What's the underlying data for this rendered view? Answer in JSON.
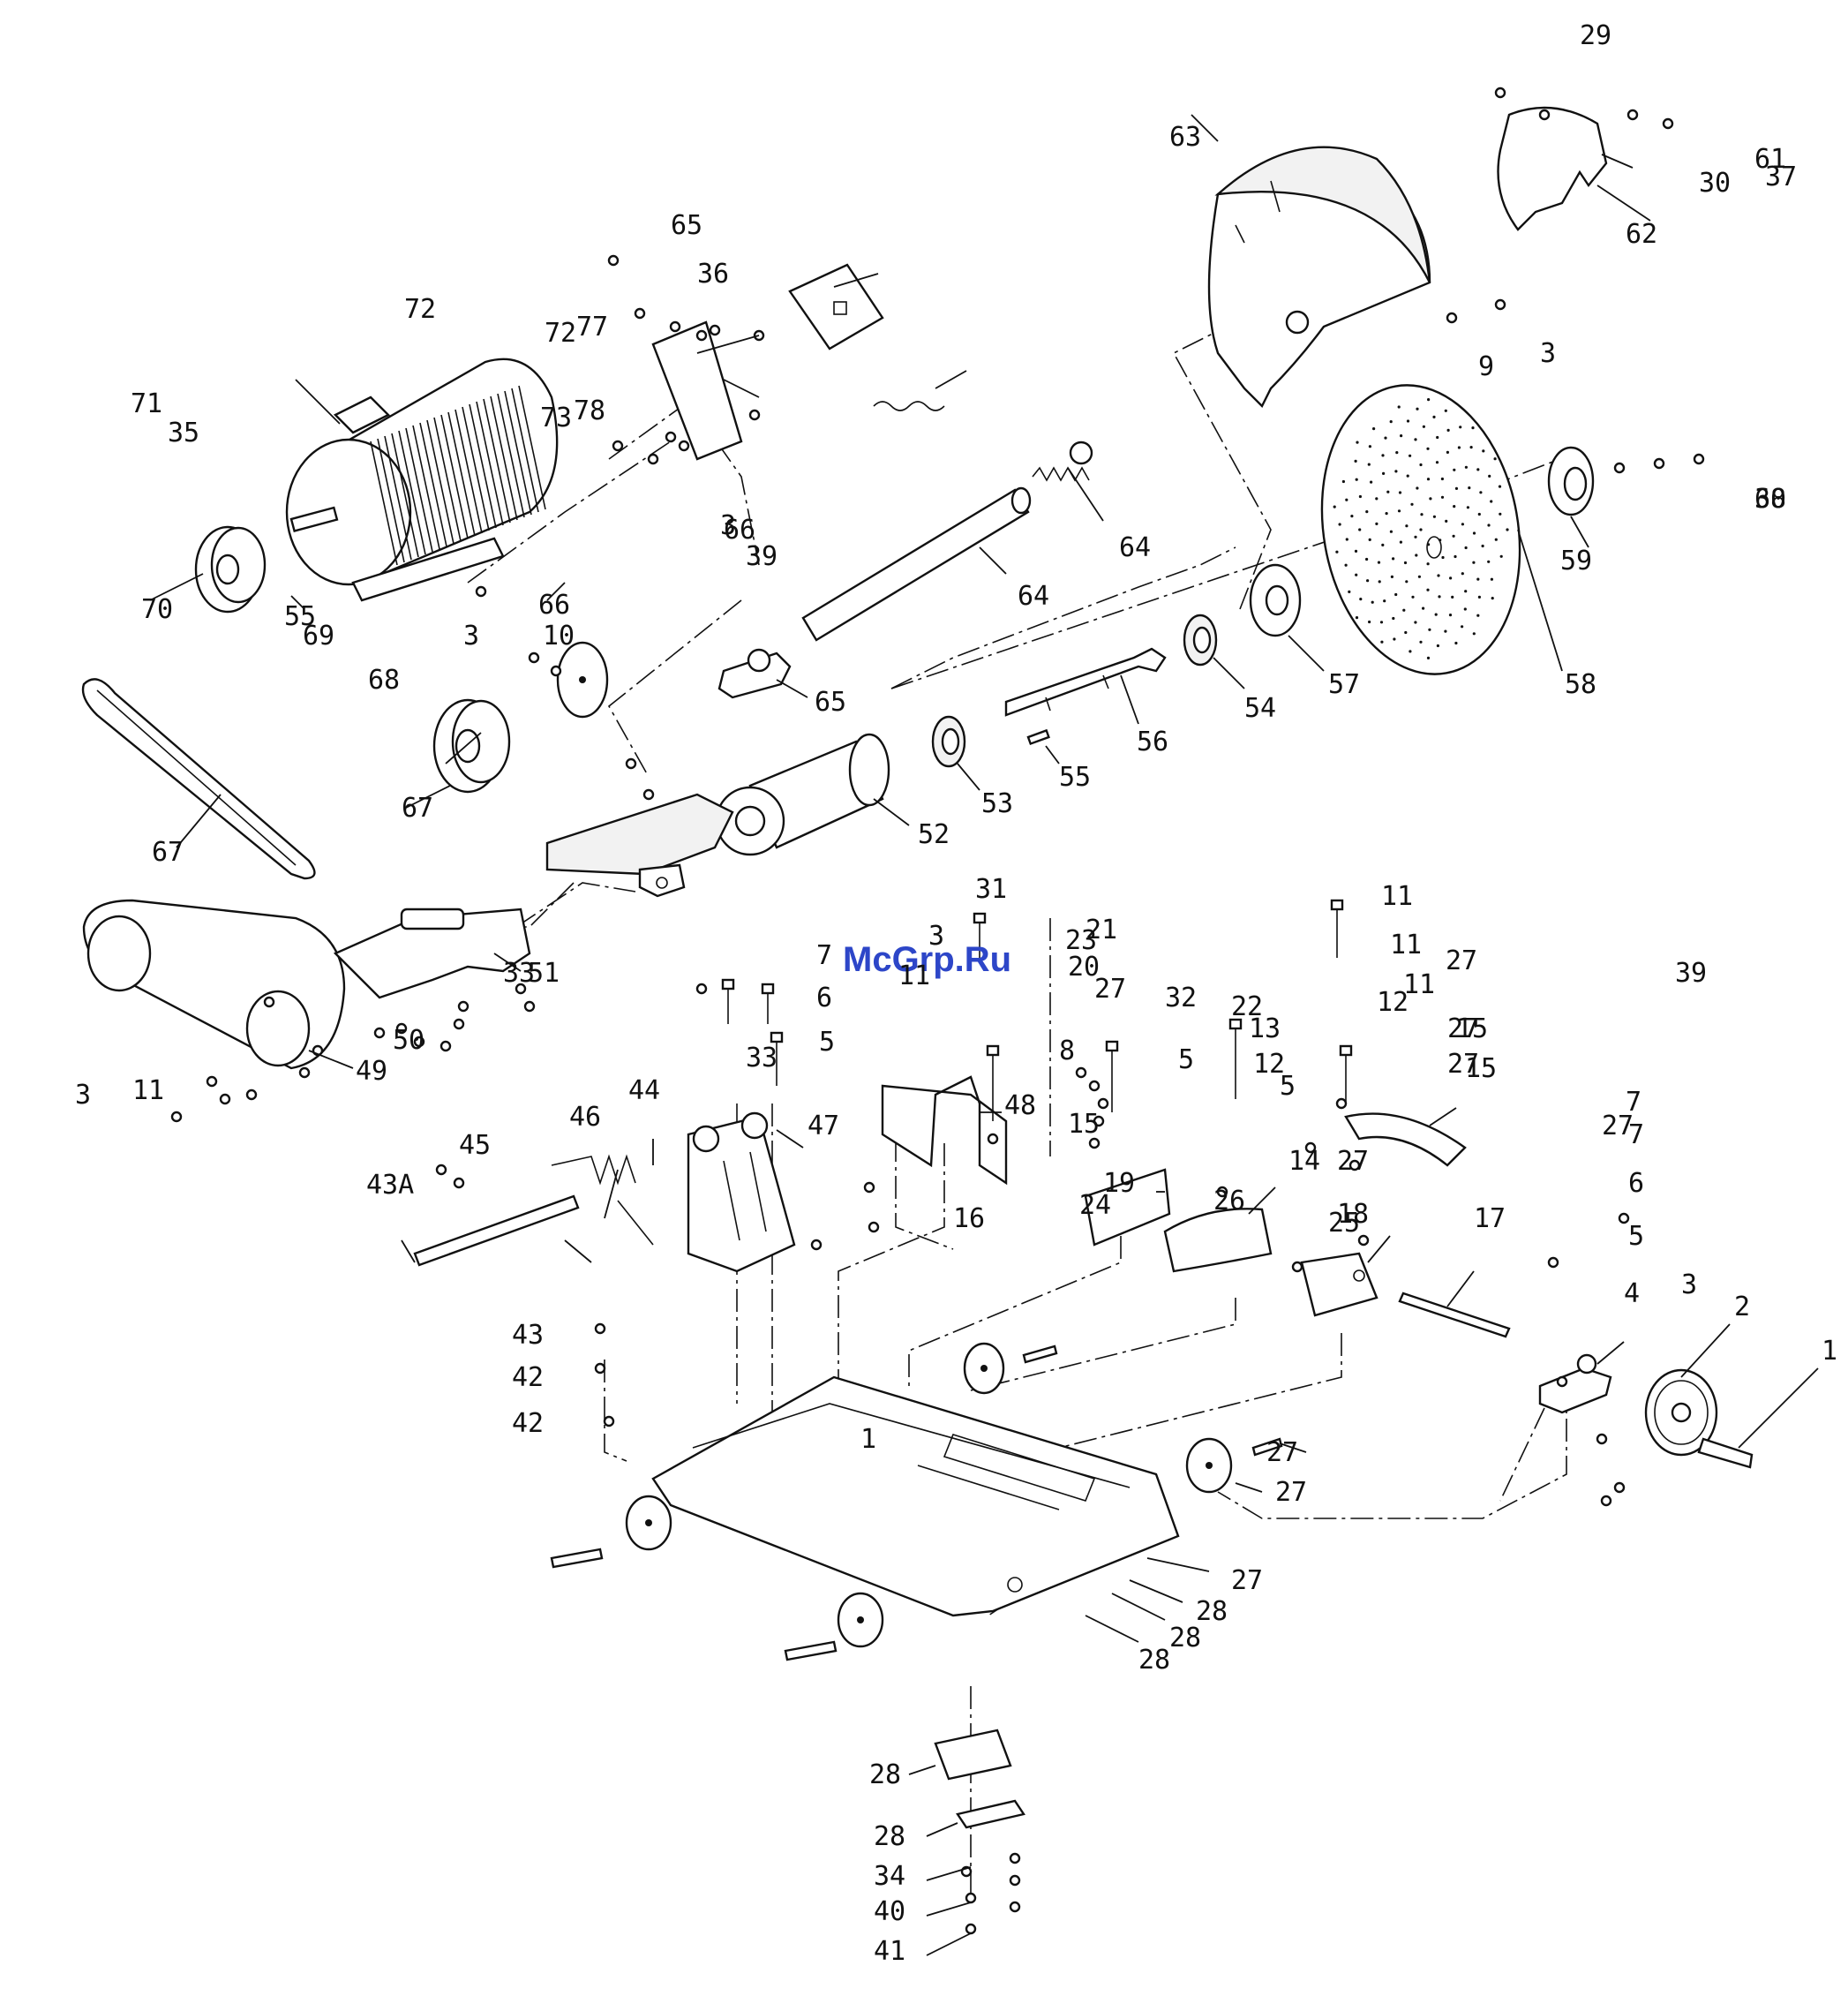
{
  "watermark": {
    "text": "McGrp.Ru",
    "color": "#2d46c8"
  },
  "labels": [
    {
      "id": "l1",
      "t": "1"
    },
    {
      "id": "l1b",
      "t": "1"
    },
    {
      "id": "l2",
      "t": "2"
    },
    {
      "id": "l3a",
      "t": "3"
    },
    {
      "id": "l3b",
      "t": "3"
    },
    {
      "id": "l3c",
      "t": "3"
    },
    {
      "id": "l3d",
      "t": "3"
    },
    {
      "id": "l3e",
      "t": "3"
    },
    {
      "id": "l3f",
      "t": "3"
    },
    {
      "id": "l4",
      "t": "4"
    },
    {
      "id": "l5a",
      "t": "5"
    },
    {
      "id": "l5b",
      "t": "5"
    },
    {
      "id": "l5c",
      "t": "5"
    },
    {
      "id": "l5d",
      "t": "5"
    },
    {
      "id": "l6a",
      "t": "6"
    },
    {
      "id": "l6b",
      "t": "6"
    },
    {
      "id": "l7a",
      "t": "7"
    },
    {
      "id": "l7b",
      "t": "7"
    },
    {
      "id": "l7c",
      "t": "7"
    },
    {
      "id": "l8",
      "t": "8"
    },
    {
      "id": "l9",
      "t": "9"
    },
    {
      "id": "l10",
      "t": "10"
    },
    {
      "id": "l11a",
      "t": "11"
    },
    {
      "id": "l11b",
      "t": "11"
    },
    {
      "id": "l11c",
      "t": "11"
    },
    {
      "id": "l11d",
      "t": "11"
    },
    {
      "id": "l11e",
      "t": "11"
    },
    {
      "id": "l12a",
      "t": "12"
    },
    {
      "id": "l12b",
      "t": "12"
    },
    {
      "id": "l13",
      "t": "13"
    },
    {
      "id": "l14",
      "t": "14"
    },
    {
      "id": "l15a",
      "t": "15"
    },
    {
      "id": "l15b",
      "t": "15"
    },
    {
      "id": "l15c",
      "t": "15"
    },
    {
      "id": "l16",
      "t": "16"
    },
    {
      "id": "l17",
      "t": "17"
    },
    {
      "id": "l18",
      "t": "18"
    },
    {
      "id": "l19",
      "t": "19"
    },
    {
      "id": "l20",
      "t": "20"
    },
    {
      "id": "l21",
      "t": "21"
    },
    {
      "id": "l22",
      "t": "22"
    },
    {
      "id": "l23",
      "t": "23"
    },
    {
      "id": "l24",
      "t": "24"
    },
    {
      "id": "l25",
      "t": "25"
    },
    {
      "id": "l26",
      "t": "26"
    },
    {
      "id": "l27a",
      "t": "27"
    },
    {
      "id": "l27b",
      "t": "27"
    },
    {
      "id": "l27c",
      "t": "27"
    },
    {
      "id": "l27d",
      "t": "27"
    },
    {
      "id": "l27e",
      "t": "27"
    },
    {
      "id": "l27f",
      "t": "27"
    },
    {
      "id": "l27g",
      "t": "27"
    },
    {
      "id": "l27h",
      "t": "27"
    },
    {
      "id": "l27i",
      "t": "27"
    },
    {
      "id": "l28a",
      "t": "28"
    },
    {
      "id": "l28b",
      "t": "28"
    },
    {
      "id": "l28c",
      "t": "28"
    },
    {
      "id": "l28d",
      "t": "28"
    },
    {
      "id": "l28e",
      "t": "28"
    },
    {
      "id": "l29",
      "t": "29"
    },
    {
      "id": "l30",
      "t": "30"
    },
    {
      "id": "l31",
      "t": "31"
    },
    {
      "id": "l32",
      "t": "32"
    },
    {
      "id": "l33a",
      "t": "33"
    },
    {
      "id": "l33b",
      "t": "33"
    },
    {
      "id": "l34",
      "t": "34"
    },
    {
      "id": "l35",
      "t": "35"
    },
    {
      "id": "l36",
      "t": "36"
    },
    {
      "id": "l37",
      "t": "37"
    },
    {
      "id": "l38",
      "t": "38"
    },
    {
      "id": "l39a",
      "t": "39"
    },
    {
      "id": "l39b",
      "t": "39"
    },
    {
      "id": "l40",
      "t": "40"
    },
    {
      "id": "l41",
      "t": "41"
    },
    {
      "id": "l42a",
      "t": "42"
    },
    {
      "id": "l42b",
      "t": "42"
    },
    {
      "id": "l43",
      "t": "43"
    },
    {
      "id": "l43a",
      "t": "43A"
    },
    {
      "id": "l44",
      "t": "44"
    },
    {
      "id": "l45",
      "t": "45"
    },
    {
      "id": "l46",
      "t": "46"
    },
    {
      "id": "l47",
      "t": "47"
    },
    {
      "id": "l48",
      "t": "48"
    },
    {
      "id": "l49",
      "t": "49"
    },
    {
      "id": "l50",
      "t": "50"
    },
    {
      "id": "l51",
      "t": "51"
    },
    {
      "id": "l52",
      "t": "52"
    },
    {
      "id": "l53",
      "t": "53"
    },
    {
      "id": "l54",
      "t": "54"
    },
    {
      "id": "l55a",
      "t": "55"
    },
    {
      "id": "l55b",
      "t": "55"
    },
    {
      "id": "l56",
      "t": "56"
    },
    {
      "id": "l57",
      "t": "57"
    },
    {
      "id": "l58",
      "t": "58"
    },
    {
      "id": "l59",
      "t": "59"
    },
    {
      "id": "l60",
      "t": "60"
    },
    {
      "id": "l61",
      "t": "61"
    },
    {
      "id": "l62",
      "t": "62"
    },
    {
      "id": "l63",
      "t": "63"
    },
    {
      "id": "l64a",
      "t": "64"
    },
    {
      "id": "l64b",
      "t": "64"
    },
    {
      "id": "l65a",
      "t": "65"
    },
    {
      "id": "l65b",
      "t": "65"
    },
    {
      "id": "l66a",
      "t": "66"
    },
    {
      "id": "l66b",
      "t": "66"
    },
    {
      "id": "l67a",
      "t": "67"
    },
    {
      "id": "l67b",
      "t": "67"
    },
    {
      "id": "l68",
      "t": "68"
    },
    {
      "id": "l69",
      "t": "69"
    },
    {
      "id": "l70",
      "t": "70"
    },
    {
      "id": "l71",
      "t": "71"
    },
    {
      "id": "l72a",
      "t": "72"
    },
    {
      "id": "l72b",
      "t": "72"
    },
    {
      "id": "l73",
      "t": "73"
    },
    {
      "id": "l77",
      "t": "77"
    },
    {
      "id": "l78",
      "t": "78"
    }
  ]
}
